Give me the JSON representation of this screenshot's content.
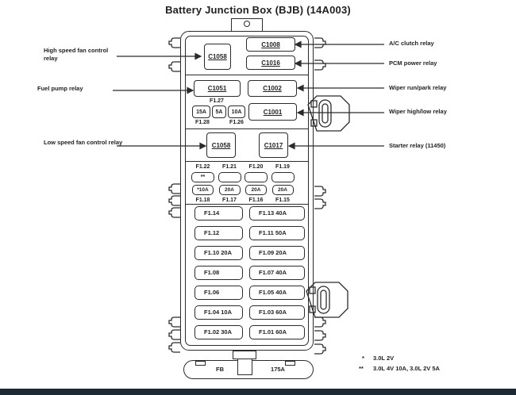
{
  "title": "Battery Junction Box (BJB) (14A003)",
  "left_labels": [
    "High speed fan control relay",
    "Fuel pump relay",
    "Low speed fan control relay"
  ],
  "right_labels": [
    "A/C clutch relay",
    "PCM power relay",
    "Wiper run/park relay",
    "Wiper high/low relay",
    "Starter relay (11450)"
  ],
  "box": {
    "section1": {
      "c1058": "C1058",
      "c1008": "C1008",
      "c1016": "C1016"
    },
    "section2": {
      "c1051": "C1051",
      "c1002": "C1002",
      "f127": "F1.27",
      "fuses": [
        "15A",
        "5A",
        "10A"
      ],
      "f128": "F1.28",
      "f126": "F1.26",
      "c1001": "C1001"
    },
    "section3": {
      "c1058": "C1058",
      "c1017": "C1017"
    },
    "mini_grid": {
      "top_labels": [
        "F1.22",
        "F1.21",
        "F1.20",
        "F1.19"
      ],
      "row1": [
        "**",
        "",
        "",
        ""
      ],
      "row2": [
        "*10A",
        "20A",
        "20A",
        "20A"
      ],
      "bottom_labels": [
        "F1.18",
        "F1.17",
        "F1.16",
        "F1.15"
      ]
    },
    "large_fuses": {
      "left": [
        "F1.14",
        "F1.12",
        "F1.10 20A",
        "F1.08",
        "F1.06",
        "F1.04 10A",
        "F1.02 30A"
      ],
      "right": [
        "F1.13 40A",
        "F1.11 50A",
        "F1.09 20A",
        "F1.07 40A",
        "F1.05 40A",
        "F1.03 60A",
        "F1.01 60A"
      ]
    },
    "bottom_bar": {
      "fb": "FB",
      "amps": "175A"
    }
  },
  "footnotes": [
    {
      "mark": "*",
      "text": "3.0L 2V"
    },
    {
      "mark": "**",
      "text": "3.0L 4V 10A, 3.0L 2V 5A"
    }
  ],
  "colors": {
    "line": "#2b2b2b",
    "bottom_strip": "#1e2936"
  }
}
